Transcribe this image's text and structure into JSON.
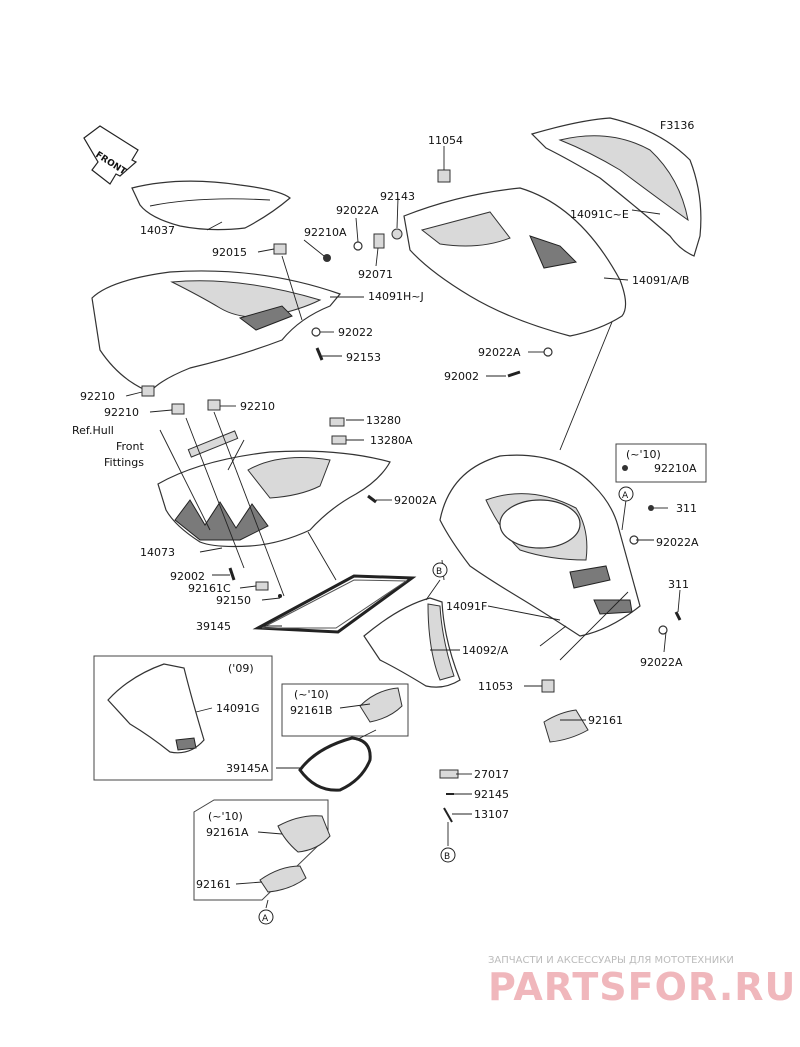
{
  "diagram_code": "F3136",
  "front_arrow_text": "FRONT",
  "ref_note": [
    "Ref.Hull",
    "Front",
    "Fittings"
  ],
  "labels": {
    "p14037": "14037",
    "p92015": "92015",
    "p92210A_top": "92210A",
    "p92022A_top": "92022A",
    "p92143": "92143",
    "p11054": "11054",
    "p92071": "92071",
    "p14091CE": "14091C~E",
    "p14091AB": "14091/A/B",
    "p14091HJ": "14091H~J",
    "p92022": "92022",
    "p92153": "92153",
    "p92022A_mid": "92022A",
    "p92002_mid": "92002",
    "p92210_a": "92210",
    "p92210_b": "92210",
    "p92210_c": "92210",
    "p13280": "13280",
    "p13280A": "13280A",
    "p92002A": "92002A",
    "p14073": "14073",
    "p92002_low": "92002",
    "p92161C": "92161C",
    "p92150": "92150",
    "p39145": "39145",
    "p14091F": "14091F",
    "p14092A": "14092/A",
    "p11053": "11053",
    "p92161": "92161",
    "p311_a": "311",
    "p92022A_r1": "92022A",
    "p311_b": "311",
    "p92022A_r2": "92022A",
    "p92210A_box": "92210A",
    "p14091G": "14091G",
    "p92161B": "92161B",
    "p39145A": "39145A",
    "p27017": "27017",
    "p92145": "92145",
    "p13107": "13107",
    "p92161A": "92161A",
    "p92161_low": "92161"
  },
  "box_years": {
    "box_92210A": "(~'10)",
    "box_14091G": "('09)",
    "box_92161B": "(~'10)",
    "box_92161A": "(~'10)"
  },
  "ref_markers": {
    "A": "A",
    "B": "B"
  },
  "watermark": {
    "tagline": "ЗАПЧАСТИ И АКСЕССУАРЫ ДЛЯ МОТОТЕХНИКИ",
    "brand": "PARTSFOR.RU"
  }
}
